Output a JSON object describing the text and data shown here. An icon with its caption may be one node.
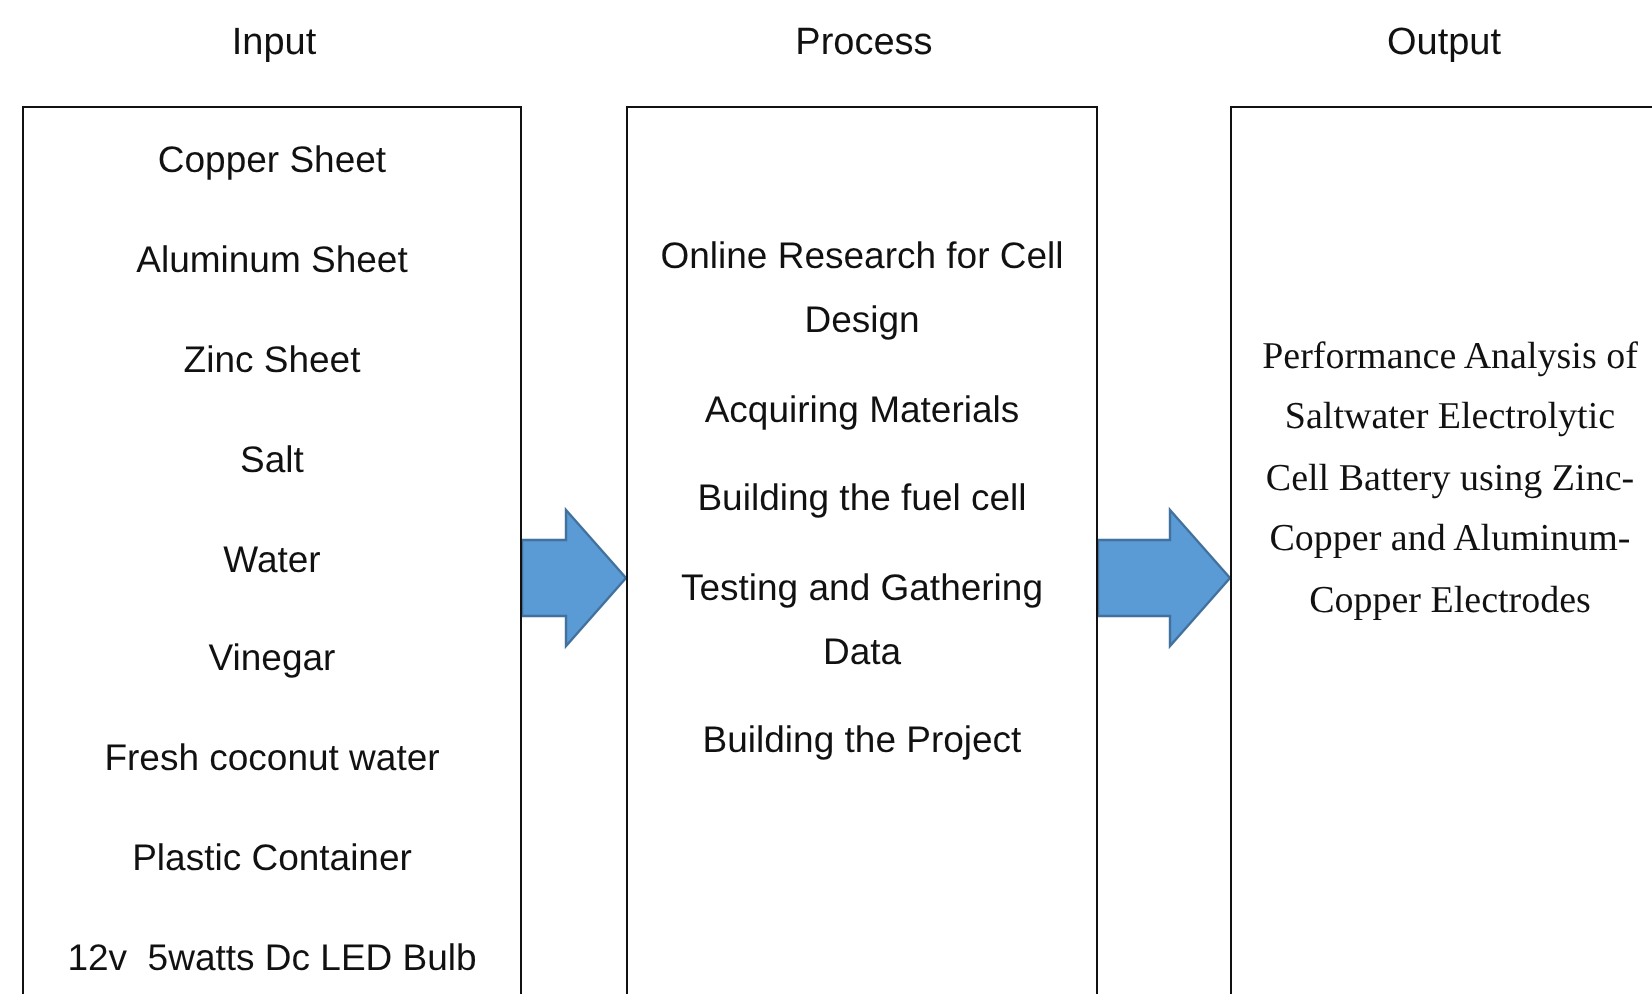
{
  "diagram": {
    "nodes": [
      {
        "text": [
          "Input",
          "Copper Sheet",
          "Aluminum Sheet",
          "Zinc Sheet",
          "Salt",
          "Water",
          "Vinegar",
          "Fresh coconut water",
          "Plastic Container",
          "12v  5watts Dc LED Bulb"
        ]
      },
      {
        "text": [
          "Process",
          "Online Research for Cell Design",
          "Acquiring Materials",
          "Building the fuel cell",
          "Testing and Gathering Data",
          "Building the Project"
        ]
      },
      {
        "text": [
          "Output",
          "Performance Analysis of Saltwater Electrolytic Cell Battery using Zinc-Copper and Aluminum-Copper Electrodes"
        ]
      }
    ],
    "edges": [
      {
        "from": 0,
        "to": 1,
        "arrow": "to"
      },
      {
        "from": 1,
        "to": 2,
        "arrow": "to"
      }
    ]
  }
}
